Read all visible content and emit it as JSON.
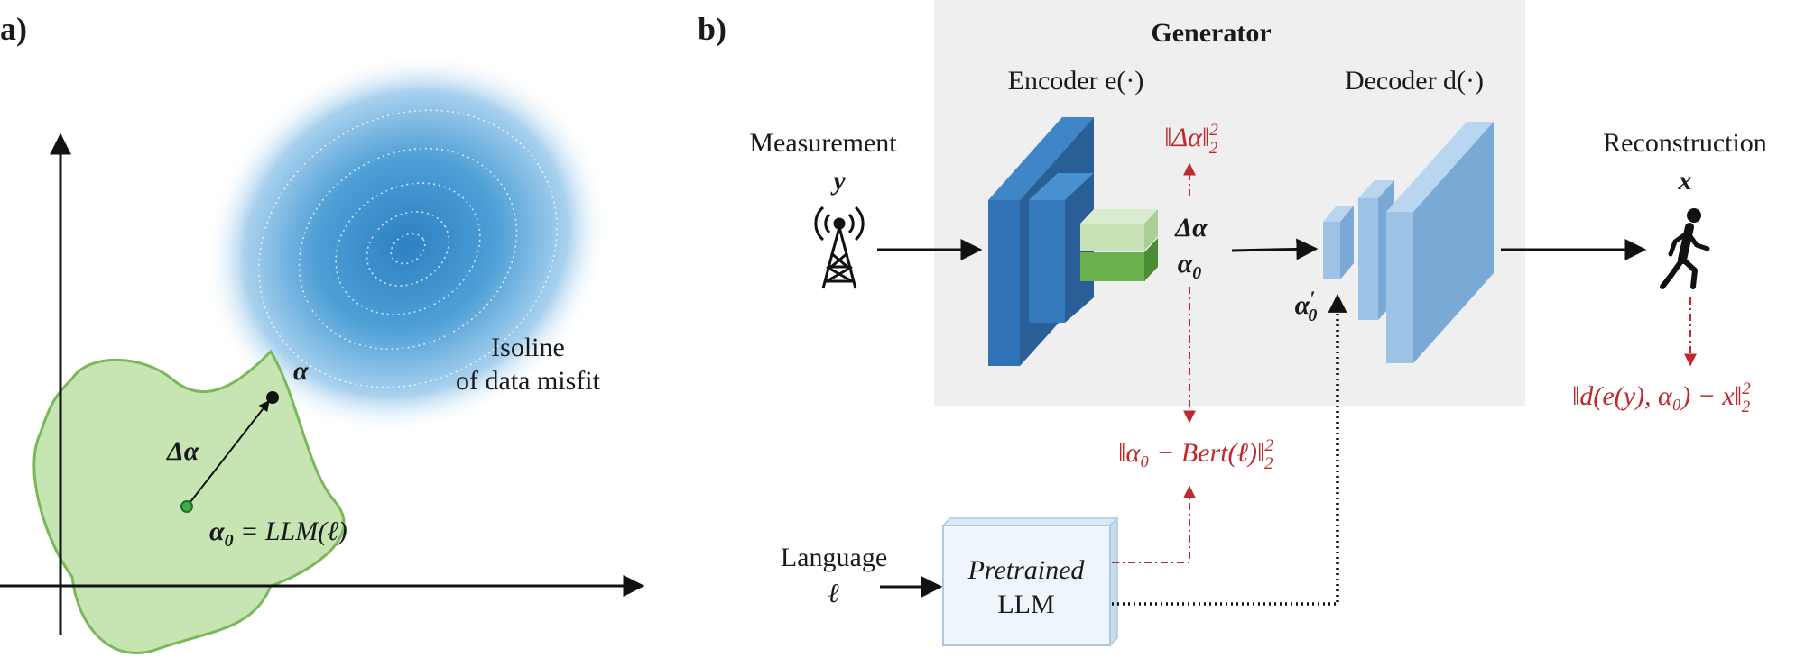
{
  "panel_a": {
    "label": "a)",
    "alpha": "α",
    "delta_alpha": "Δα",
    "alpha0_prefix": "α",
    "alpha0_sub": "0",
    "alpha0_eq": " = LLM(ℓ)",
    "isoline_line1": "Isoline",
    "isoline_line2": "of data misfit"
  },
  "panel_b": {
    "label": "b)",
    "generator_title": "Generator",
    "encoder_label": "Encoder e(·)",
    "decoder_label": "Decoder d(·)",
    "measurement_label": "Measurement",
    "measurement_symbol": "y",
    "reconstruction_label": "Reconstruction",
    "reconstruction_symbol": "x",
    "language_label": "Language",
    "language_symbol": "ℓ",
    "llm_line1": "Pretrained",
    "llm_line2": "LLM",
    "latent_delta": "Δα",
    "latent_alpha0": "α",
    "latent_alpha0_sub": "0",
    "decoder_input": "α",
    "decoder_input_prime": "′",
    "decoder_input_sub": "0",
    "loss_delta": "‖Δα‖",
    "loss_delta_sup": "2",
    "loss_delta_sub": "2",
    "loss_bert": "‖α₀ − Bert(ℓ)‖",
    "loss_bert_sup": "2",
    "loss_bert_sub": "2",
    "loss_recon": "‖d(e(y), α₀) − x‖",
    "loss_recon_sup": "2",
    "loss_recon_sub": "2"
  },
  "colors": {
    "encoder_blue": "#2f72b5",
    "decoder_blue": "#9cc3e6",
    "latent_green": "#6ab04c",
    "latent_light_green": "#c6e2b5",
    "region_green": "#c6e5b3",
    "misfit_blue": "#3d8fcc",
    "loss_red": "#c0282d",
    "generator_bg": "#efefef"
  }
}
